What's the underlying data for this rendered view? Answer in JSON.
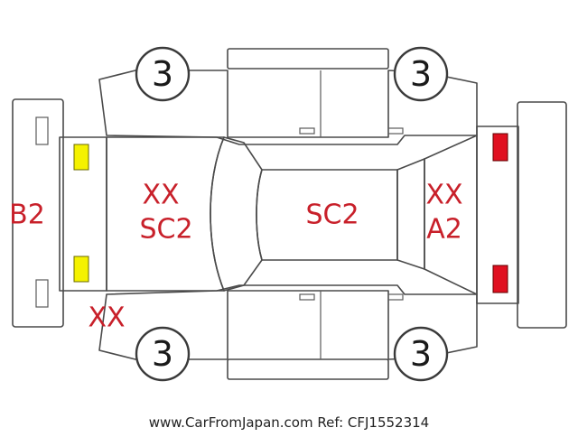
{
  "wheels": {
    "front_left": "3",
    "front_right": "3",
    "rear_left": "3",
    "rear_right": "3"
  },
  "damage_codes": {
    "front_bumper": "B2",
    "hood_line1": "XX",
    "hood_line2": "SC2",
    "roof": "SC2",
    "rear_line1": "XX",
    "rear_line2": "A2",
    "front_lower_left": "XX"
  },
  "colors": {
    "code_text": "#c8202a",
    "front_lamps": "#f5f200",
    "rear_lamps": "#e01020",
    "outline": "#4a4a4a"
  },
  "footer": {
    "text": "www.CarFromJapan.com Ref: CFJ1552314"
  }
}
